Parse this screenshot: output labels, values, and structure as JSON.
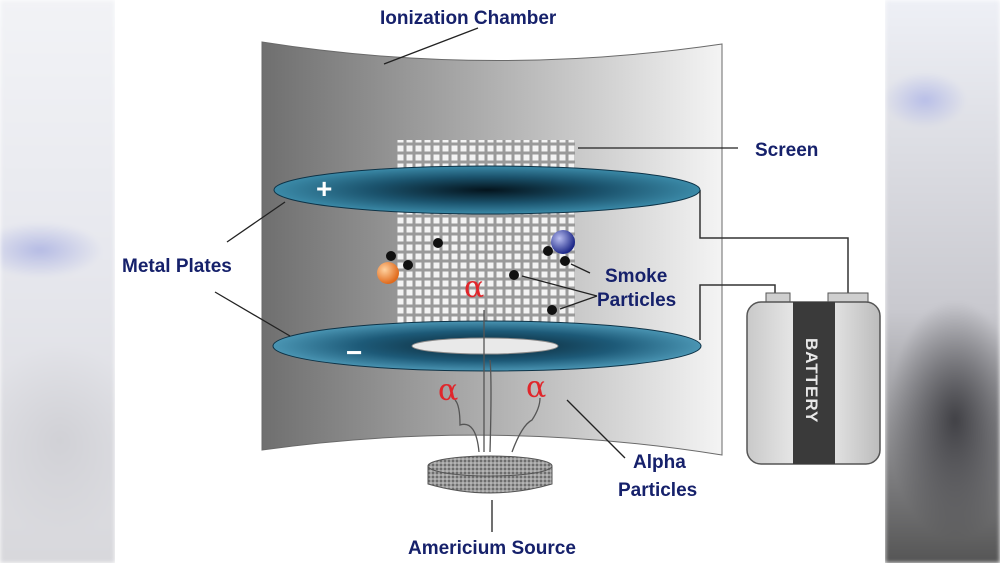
{
  "labels": {
    "ionization_chamber": "Ionization Chamber",
    "screen": "Screen",
    "metal_plates": "Metal Plates",
    "smoke_particles_line1": "Smoke",
    "smoke_particles_line2": "Particles",
    "alpha_particles_line1": "Alpha",
    "alpha_particles_line2": "Particles",
    "americium_source": "Americium Source",
    "battery": "BATTERY"
  },
  "symbols": {
    "plus": "+",
    "minus": "−",
    "alpha": "α"
  },
  "colors": {
    "label_text": "#16216b",
    "alpha_symbol": "#e0262b",
    "plate": "#1d5a78",
    "chamber": "#8d8d8d"
  }
}
